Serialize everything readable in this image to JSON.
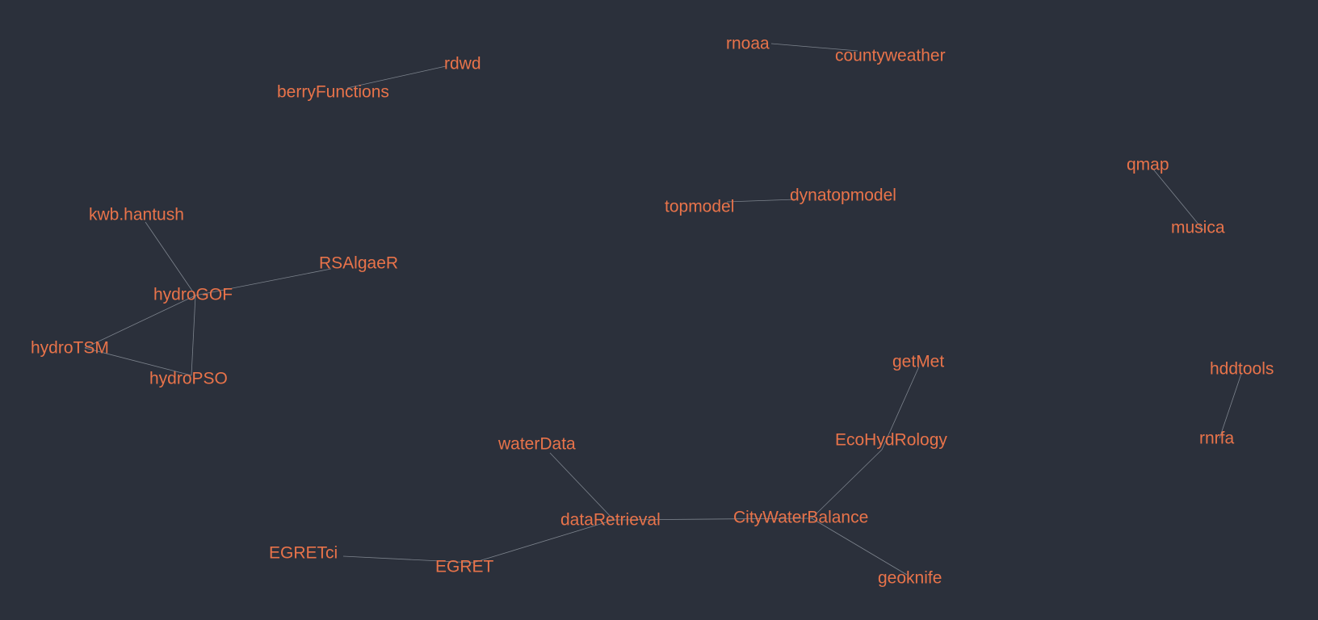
{
  "style": {
    "background": "#2b303b",
    "label_color": "#e8734a",
    "edge_color": "#9aa0aa"
  },
  "nodes": [
    {
      "id": "rdwd",
      "label": "rdwd"
    },
    {
      "id": "berryFunctions",
      "label": "berryFunctions"
    },
    {
      "id": "rnoaa",
      "label": "rnoaa"
    },
    {
      "id": "countyweather",
      "label": "countyweather"
    },
    {
      "id": "qmap",
      "label": "qmap"
    },
    {
      "id": "musica",
      "label": "musica"
    },
    {
      "id": "topmodel",
      "label": "topmodel"
    },
    {
      "id": "dynatopmodel",
      "label": "dynatopmodel"
    },
    {
      "id": "kwb.hantush",
      "label": "kwb.hantush"
    },
    {
      "id": "RSAlgaeR",
      "label": "RSAlgaeR"
    },
    {
      "id": "hydroGOF",
      "label": "hydroGOF"
    },
    {
      "id": "hydroTSM",
      "label": "hydroTSM"
    },
    {
      "id": "hydroPSO",
      "label": "hydroPSO"
    },
    {
      "id": "getMet",
      "label": "getMet"
    },
    {
      "id": "hddtools",
      "label": "hddtools"
    },
    {
      "id": "rnrfa",
      "label": "rnrfa"
    },
    {
      "id": "EcoHydRology",
      "label": "EcoHydRology"
    },
    {
      "id": "waterData",
      "label": "waterData"
    },
    {
      "id": "dataRetrieval",
      "label": "dataRetrieval"
    },
    {
      "id": "CityWaterBalance",
      "label": "CityWaterBalance"
    },
    {
      "id": "EGRETci",
      "label": "EGRETci"
    },
    {
      "id": "EGRET",
      "label": "EGRET"
    },
    {
      "id": "geoknife",
      "label": "geoknife"
    }
  ],
  "edges": [
    [
      "berryFunctions",
      "rdwd"
    ],
    [
      "rnoaa",
      "countyweather"
    ],
    [
      "qmap",
      "musica"
    ],
    [
      "topmodel",
      "dynatopmodel"
    ],
    [
      "kwb.hantush",
      "hydroGOF"
    ],
    [
      "RSAlgaeR",
      "hydroGOF"
    ],
    [
      "hydroGOF",
      "hydroTSM"
    ],
    [
      "hydroGOF",
      "hydroPSO"
    ],
    [
      "hydroTSM",
      "hydroPSO"
    ],
    [
      "getMet",
      "EcoHydRology"
    ],
    [
      "hddtools",
      "rnrfa"
    ],
    [
      "EcoHydRology",
      "CityWaterBalance"
    ],
    [
      "waterData",
      "dataRetrieval"
    ],
    [
      "dataRetrieval",
      "CityWaterBalance"
    ],
    [
      "dataRetrieval",
      "EGRET"
    ],
    [
      "EGRETci",
      "EGRET"
    ],
    [
      "CityWaterBalance",
      "geoknife"
    ]
  ]
}
